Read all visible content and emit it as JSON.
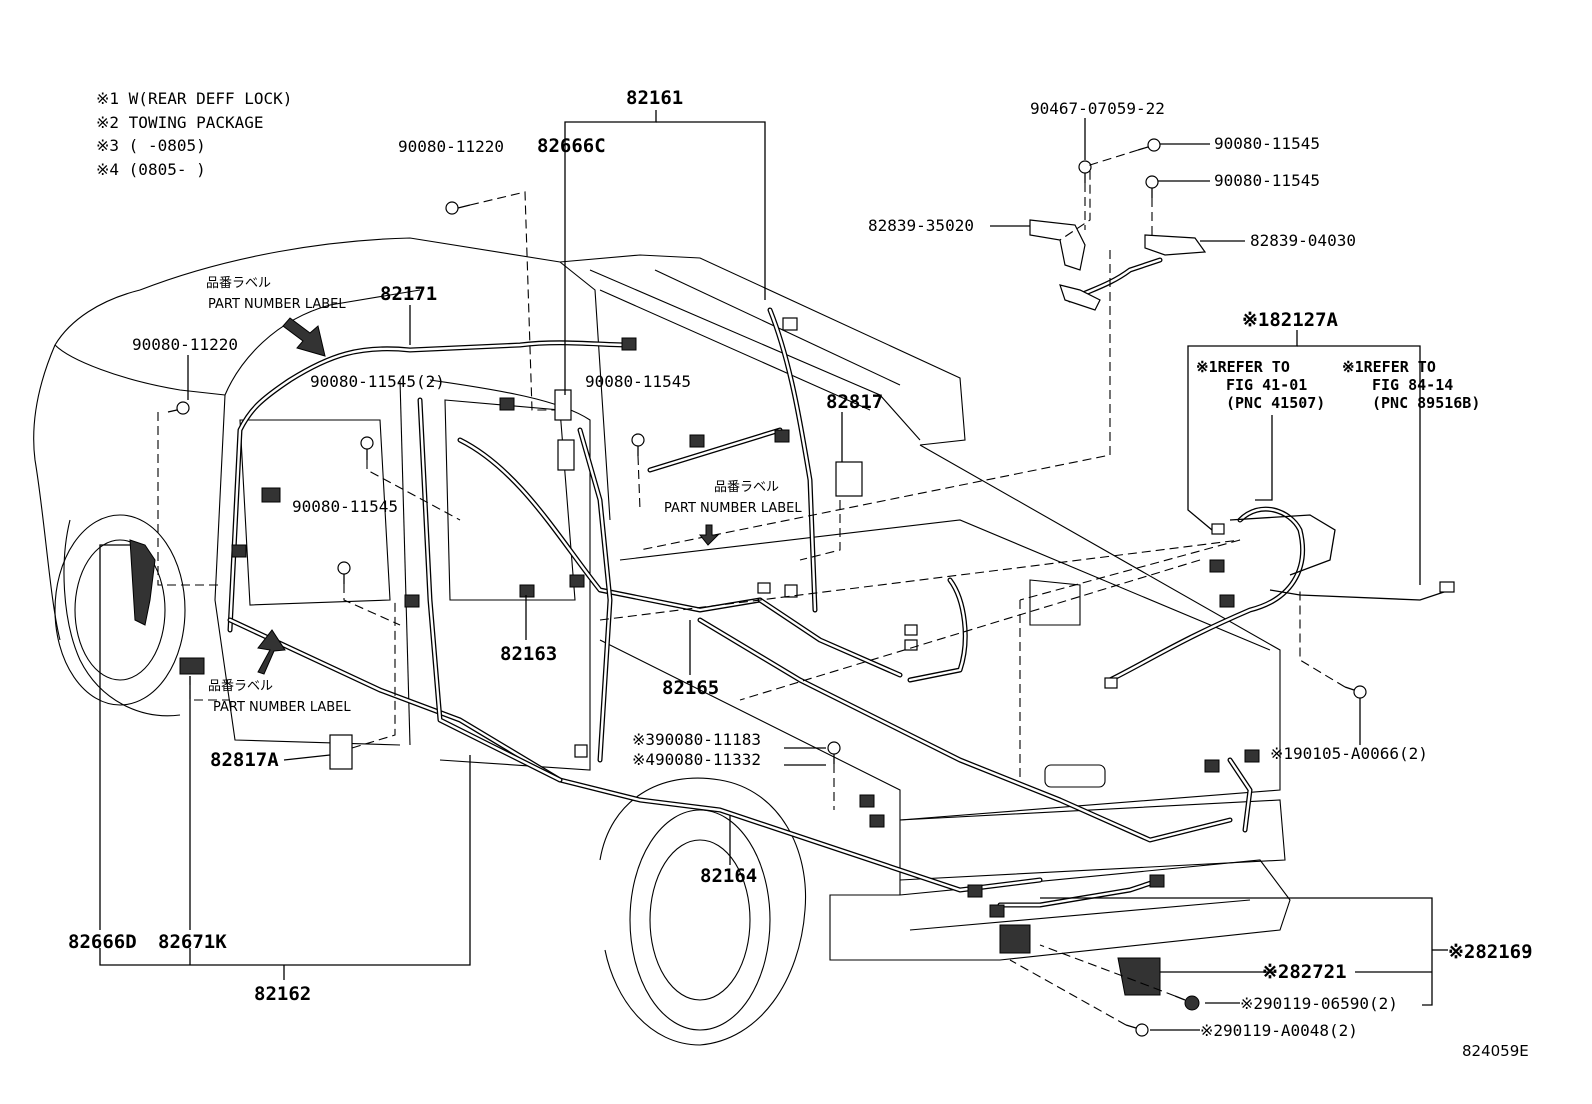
{
  "notes": [
    "※1 W(REAR DEFF LOCK)",
    "※2 TOWING PACKAGE",
    "※3 (     -0805)",
    "※4 (0805-     )"
  ],
  "labels": {
    "p82161": "82161",
    "p82666C": "82666C",
    "p90080_11220_top": "90080-11220",
    "p90467": "90467-07059-22",
    "p90080_11545_r1": "90080-11545",
    "p90080_11545_r2": "90080-11545",
    "p82839_35020": "82839-35020",
    "p82839_04030": "82839-04030",
    "p82127A": "※182127A",
    "p82171": "82171",
    "p90080_11220_left": "90080-11220",
    "p90080_11545_2": "90080-11545(2)",
    "p90080_11545_mid": "90080-11545",
    "p90080_11545_left": "90080-11545",
    "p82817": "82817",
    "p82163": "82163",
    "p82165": "82165",
    "p82817A": "82817A",
    "p90080_11183": "※390080-11183",
    "p90080_11332": "※490080-11332",
    "p90105": "※190105-A0066(2)",
    "p82164": "82164",
    "p82666D": "82666D",
    "p82671K": "82671K",
    "p82162": "82162",
    "p82169": "※282169",
    "p82721": "※282721",
    "p90119_06590": "※290119-06590(2)",
    "p90119_A0048": "※290119-A0048(2)",
    "fig_code": "824059E"
  },
  "part_number_labels": [
    {
      "jp": "品番ラベル",
      "en": "PART NUMBER LABEL"
    },
    {
      "jp": "品番ラベル",
      "en": "PART NUMBER LABEL"
    },
    {
      "jp": "品番ラベル",
      "en": "PART NUMBER LABEL"
    }
  ],
  "refer_notes": [
    {
      "line1": "※1REFER TO",
      "line2": "FIG 41-01",
      "line3": "(PNC 41507)"
    },
    {
      "line1": "※1REFER TO",
      "line2": "FIG 84-14",
      "line3": "(PNC 89516B)"
    }
  ]
}
